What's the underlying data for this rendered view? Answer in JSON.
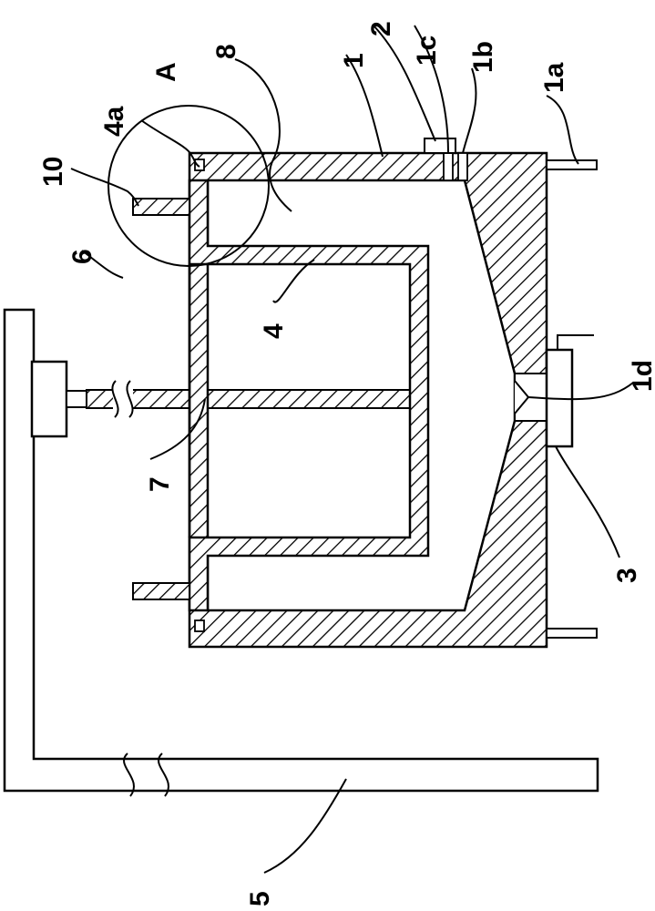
{
  "labels": {
    "A": "A",
    "n1": "1",
    "n1a": "1a",
    "n1b": "1b",
    "n1c": "1c",
    "n1d": "1d",
    "n2": "2",
    "n3": "3",
    "n4": "4",
    "n4a": "4a",
    "n5": "5",
    "n6": "6",
    "n7": "7",
    "n8": "8",
    "n10": "10"
  }
}
